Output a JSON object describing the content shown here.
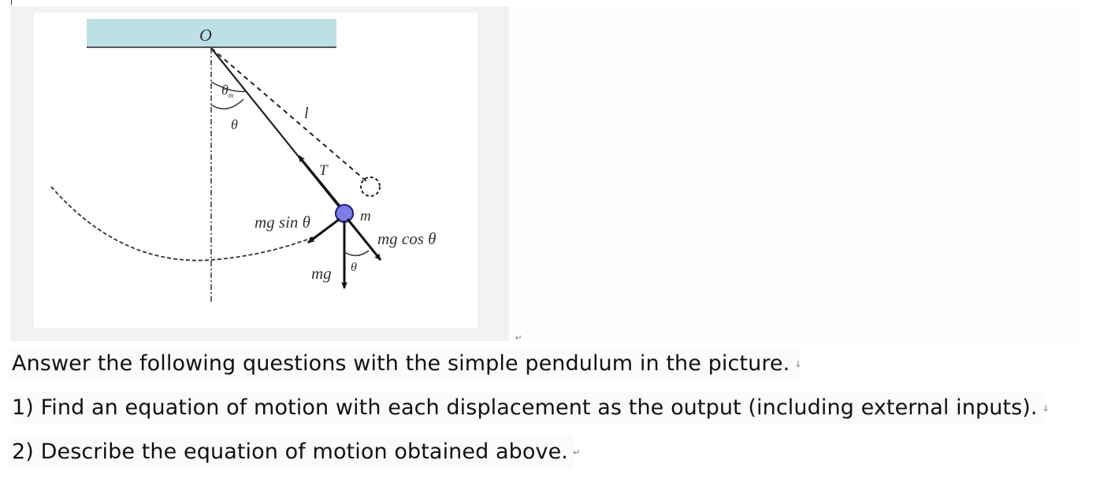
{
  "figure": {
    "labels": {
      "pivot": "O",
      "theta_m": "θ",
      "theta_m_sub": "m",
      "theta": "θ",
      "length": "l",
      "tension": "T",
      "mass": "m",
      "mg_sin": "mg sin θ",
      "mg_cos": "mg cos θ",
      "mg": "mg",
      "theta_bottom": "θ"
    },
    "colors": {
      "ceiling": "#bde0e6",
      "bob": "#7a7fe6",
      "line": "#222222"
    }
  },
  "paragraph_mark": "↵",
  "text": {
    "line1": "Answer the following questions with the simple pendulum in the picture.",
    "line2": "1) Find an equation of motion with each displacement as the output (including external inputs).",
    "line3": "2) Describe the equation of motion obtained above.",
    "line_end_mark": "↓",
    "last_end_mark": "↵"
  }
}
